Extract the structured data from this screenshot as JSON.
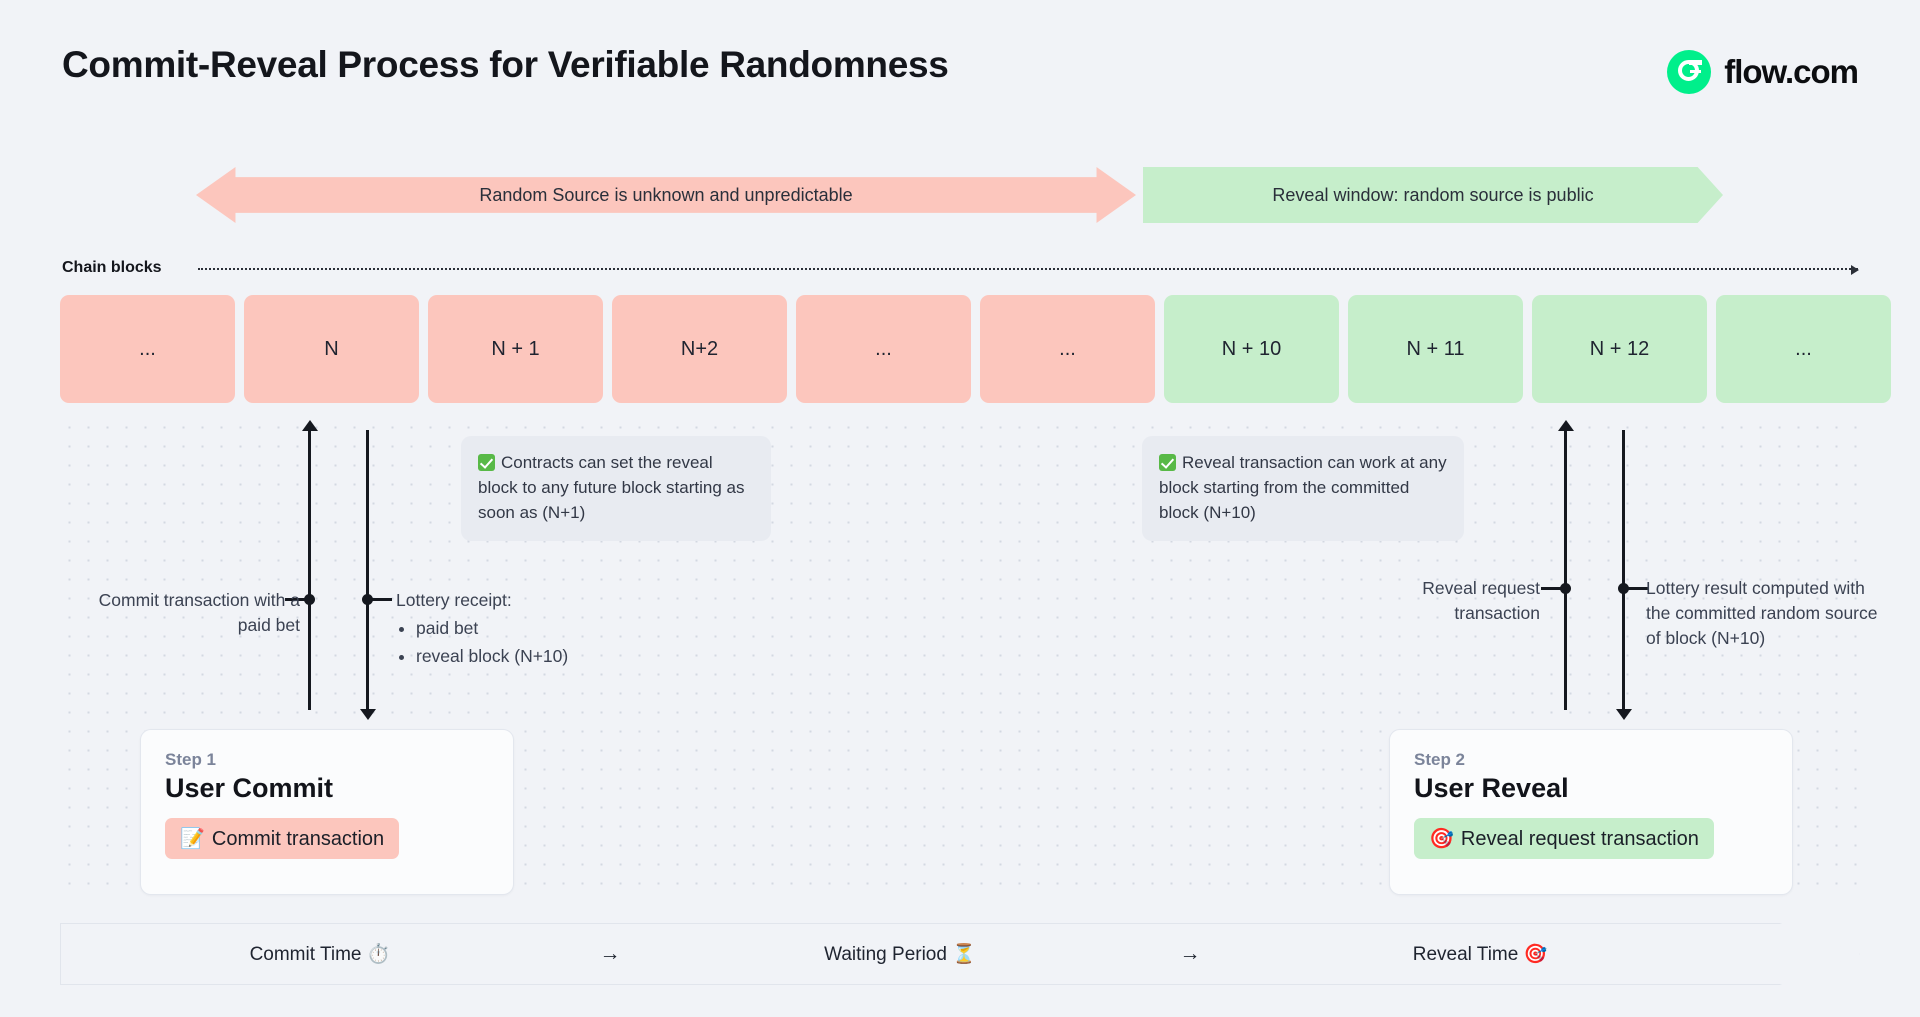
{
  "header": {
    "title": "Commit-Reveal Process for Verifiable Randomness",
    "brand": "flow.com",
    "brand_icon": "flow-logo-icon",
    "brand_color": "#00ef8b"
  },
  "banners": [
    {
      "label": "Random Source is unknown and unpredictable",
      "color": "#fcc6bd",
      "direction": "bidirectional"
    },
    {
      "label": "Reveal window: random source is public",
      "color": "#c6eecb",
      "direction": "right"
    }
  ],
  "chain": {
    "label": "Chain blocks",
    "blocks": [
      {
        "label": "...",
        "state": "pre-reveal"
      },
      {
        "label": "N",
        "state": "pre-reveal"
      },
      {
        "label": "N + 1",
        "state": "pre-reveal"
      },
      {
        "label": "N+2",
        "state": "pre-reveal"
      },
      {
        "label": "...",
        "state": "pre-reveal"
      },
      {
        "label": "...",
        "state": "pre-reveal"
      },
      {
        "label": "N + 10",
        "state": "reveal"
      },
      {
        "label": "N + 11",
        "state": "reveal"
      },
      {
        "label": "N + 12",
        "state": "reveal"
      },
      {
        "label": "...",
        "state": "reveal"
      }
    ],
    "colors": {
      "pre_reveal": "#fcc6bd",
      "reveal": "#c6eecb"
    }
  },
  "callouts": [
    {
      "icon": "check-mark-icon",
      "text": "Contracts can set the reveal block to any future block starting as soon as (N+1)"
    },
    {
      "icon": "check-mark-icon",
      "text": "Reveal transaction can work at any block starting from the committed block (N+10)"
    }
  ],
  "annotations": {
    "commit": "Commit transaction with a paid bet",
    "receipt_title": "Lottery receipt:",
    "receipt_items": [
      "paid bet",
      "reveal block (N+10)"
    ],
    "reveal_request": "Reveal request transaction",
    "lottery_result": "Lottery result computed with the committed random source of block (N+10)"
  },
  "steps": [
    {
      "kicker": "Step 1",
      "title": "User Commit",
      "pill": "Commit transaction",
      "pill_icon": "memo-icon",
      "pill_color": "#fcc6bd"
    },
    {
      "kicker": "Step 2",
      "title": "User Reveal",
      "pill": "Reveal request transaction",
      "pill_icon": "target-icon",
      "pill_color": "#c6eecb"
    }
  ],
  "timeline": {
    "phases": [
      {
        "label": "Commit Time",
        "icon": "stopwatch-icon",
        "emoji": "⏱️"
      },
      {
        "label": "Waiting Period",
        "icon": "hourglass-icon",
        "emoji": "⏳"
      },
      {
        "label": "Reveal Time",
        "icon": "target-icon",
        "emoji": "🎯"
      }
    ],
    "separator": "→"
  }
}
